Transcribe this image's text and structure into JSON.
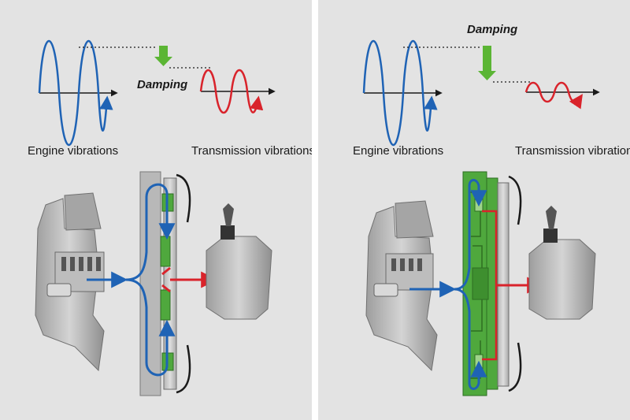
{
  "panels": [
    {
      "damping_label": "Damping",
      "engine_label": "Engine vibrations",
      "transmission_label": "Transmission vibrations"
    },
    {
      "damping_label": "Damping",
      "engine_label": "Engine vibrations",
      "transmission_label": "Transmission vibrations"
    }
  ],
  "colors": {
    "background": "#e3e3e3",
    "engine_wave": "#1f63b5",
    "transmission_wave": "#d9232b",
    "damping_arrow": "#5bb534",
    "damper_plate": "#4fa83d",
    "housing": "#bfbfbf"
  }
}
